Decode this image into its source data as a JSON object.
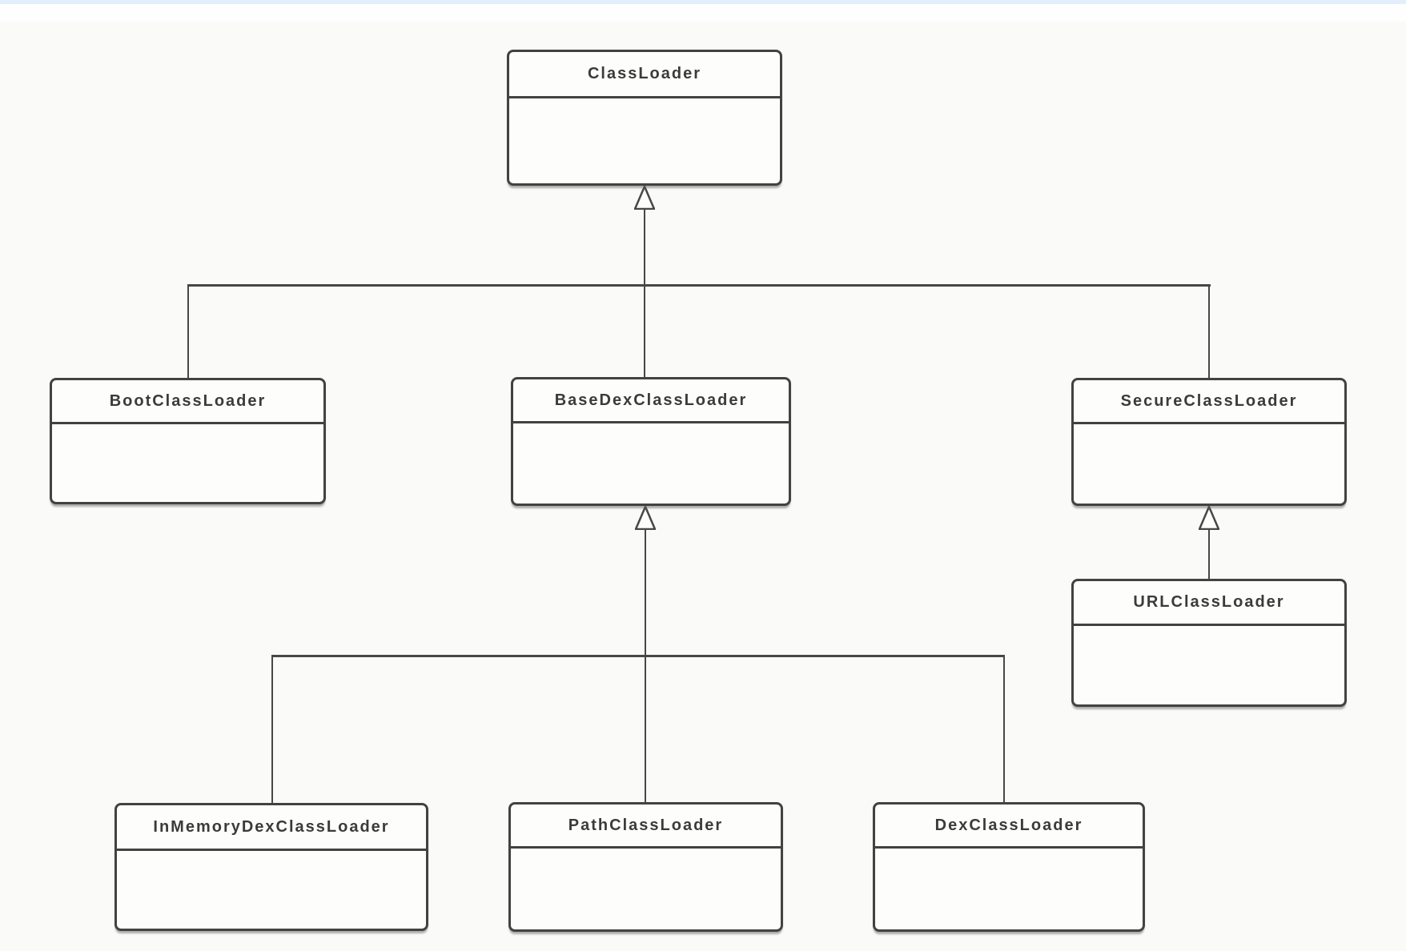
{
  "diagram": {
    "type": "uml-class-diagram",
    "classes": [
      {
        "id": "classloader",
        "label": "ClassLoader"
      },
      {
        "id": "bootclassloader",
        "label": "BootClassLoader"
      },
      {
        "id": "basedexclassloader",
        "label": "BaseDexClassLoader"
      },
      {
        "id": "secureclassloader",
        "label": "SecureClassLoader"
      },
      {
        "id": "urlclassloader",
        "label": "URLClassLoader"
      },
      {
        "id": "inmemorydexclassloader",
        "label": "InMemoryDexClassLoader"
      },
      {
        "id": "pathclassloader",
        "label": "PathClassLoader"
      },
      {
        "id": "dexclassloader",
        "label": "DexClassLoader"
      }
    ],
    "relations": [
      {
        "from": "BootClassLoader",
        "to": "ClassLoader",
        "type": "generalization"
      },
      {
        "from": "BaseDexClassLoader",
        "to": "ClassLoader",
        "type": "generalization"
      },
      {
        "from": "SecureClassLoader",
        "to": "ClassLoader",
        "type": "generalization"
      },
      {
        "from": "URLClassLoader",
        "to": "SecureClassLoader",
        "type": "generalization"
      },
      {
        "from": "InMemoryDexClassLoader",
        "to": "BaseDexClassLoader",
        "type": "generalization"
      },
      {
        "from": "PathClassLoader",
        "to": "BaseDexClassLoader",
        "type": "generalization"
      },
      {
        "from": "DexClassLoader",
        "to": "BaseDexClassLoader",
        "type": "generalization"
      }
    ],
    "colors": {
      "background": "#fafbf8",
      "box_fill": "#fdfdfb",
      "box_border": "#424242",
      "line": "#474747",
      "text": "#3b3b3b",
      "top_strip": "#e2eefb"
    }
  }
}
